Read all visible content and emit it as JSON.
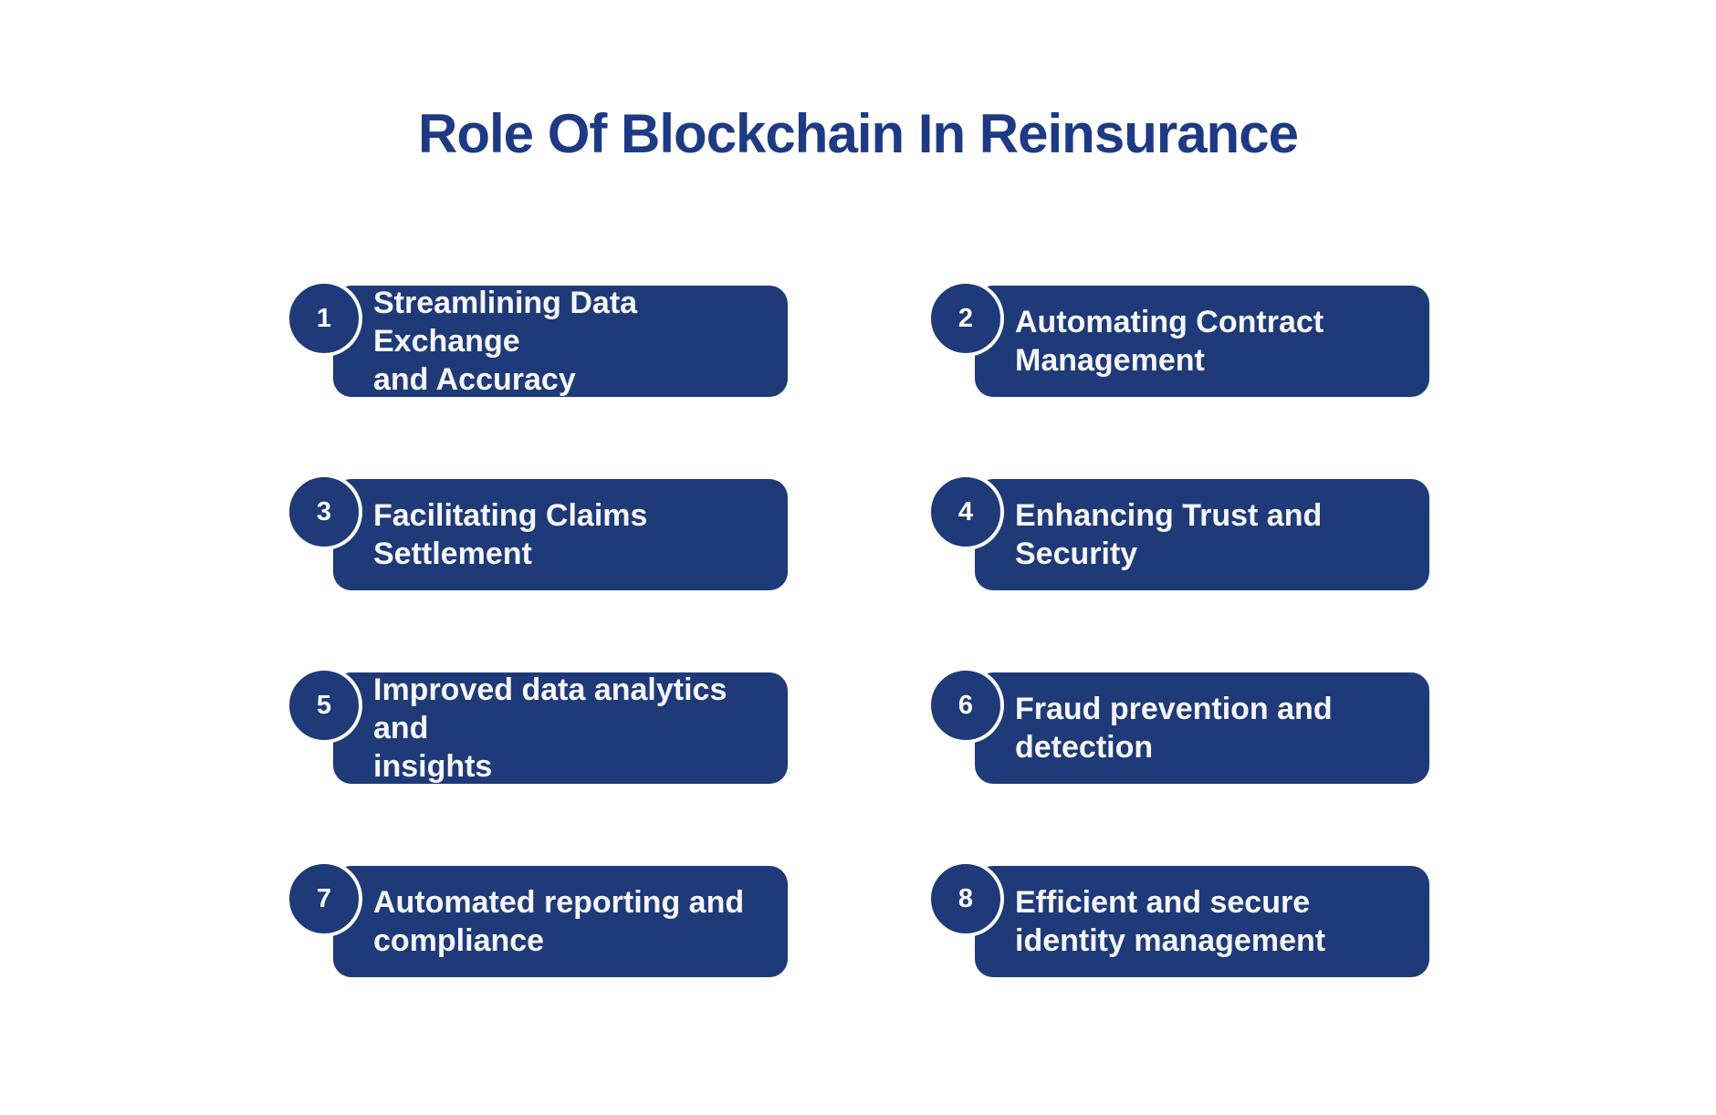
{
  "title": "Role Of Blockchain In Reinsurance",
  "colors": {
    "card_blue": "#1f3a78",
    "title_blue": "#1e3a85",
    "card_text": "#f6f6f8",
    "badge_ring": "#ffffff",
    "page_background": "#ffffff"
  },
  "cards": [
    {
      "number": "1",
      "text": "Streamlining Data Exchange\nand Accuracy"
    },
    {
      "number": "2",
      "text": "Automating Contract\nManagement"
    },
    {
      "number": "3",
      "text": "Facilitating Claims\nSettlement"
    },
    {
      "number": "4",
      "text": "Enhancing Trust and\nSecurity"
    },
    {
      "number": "5",
      "text": "Improved data analytics and\ninsights"
    },
    {
      "number": "6",
      "text": "Fraud prevention and\ndetection"
    },
    {
      "number": "7",
      "text": "Automated reporting and\ncompliance"
    },
    {
      "number": "8",
      "text": "Efficient and secure\nidentity management"
    }
  ]
}
